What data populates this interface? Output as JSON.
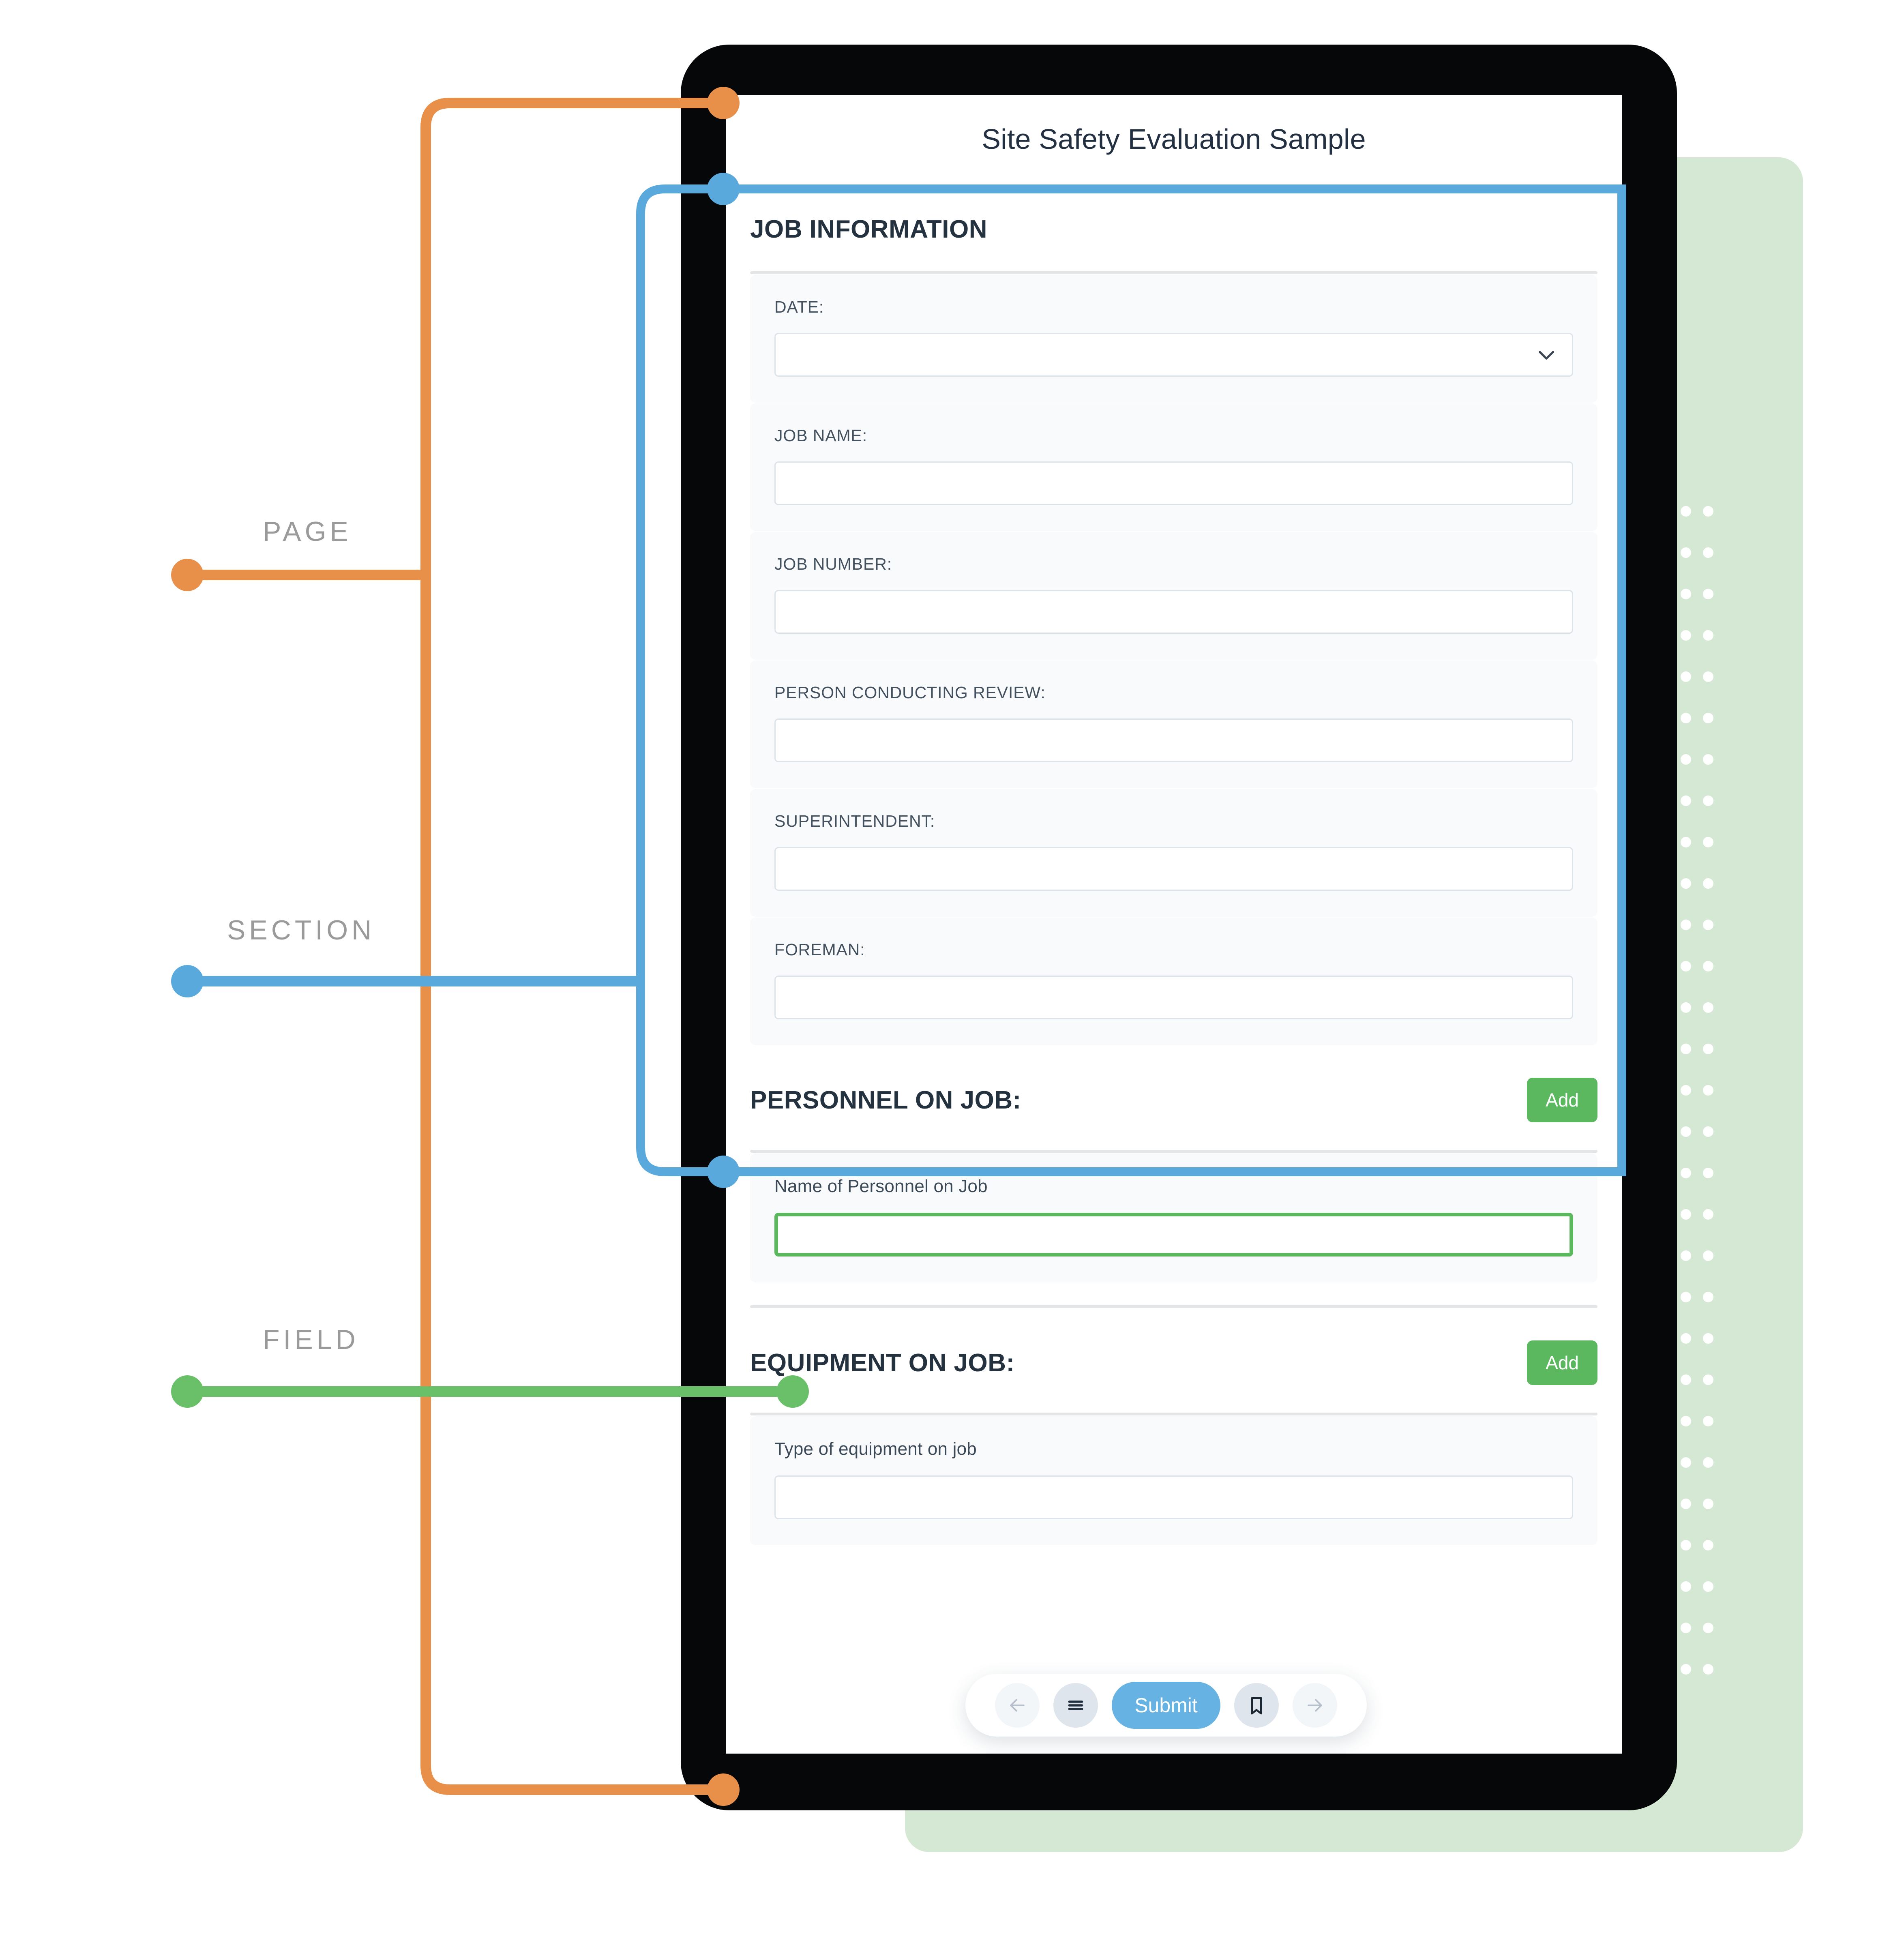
{
  "annotations": {
    "page_label": "PAGE",
    "section_label": "SECTION",
    "field_label": "FIELD",
    "colors": {
      "page": "#e8904a",
      "section": "#5aa9dd",
      "field": "#6abf69"
    }
  },
  "app": {
    "title": "Site Safety Evaluation Sample",
    "sections": [
      {
        "id": "job-information",
        "heading": "JOB INFORMATION",
        "fields": [
          {
            "label": "DATE:",
            "type": "select",
            "value": "",
            "icon": "chevron-down-icon"
          },
          {
            "label": "JOB NAME:",
            "type": "text",
            "value": ""
          },
          {
            "label": "JOB NUMBER:",
            "type": "text",
            "value": ""
          },
          {
            "label": "PERSON CONDUCTING REVIEW:",
            "type": "text",
            "value": ""
          },
          {
            "label": "SUPERINTENDENT:",
            "type": "text",
            "value": ""
          },
          {
            "label": "FOREMAN:",
            "type": "text",
            "value": ""
          }
        ]
      },
      {
        "id": "personnel-on-job",
        "heading": "PERSONNEL ON JOB:",
        "add_label": "Add",
        "fields": [
          {
            "label": "Name of Personnel on Job",
            "type": "text",
            "value": "",
            "highlighted": true
          }
        ]
      },
      {
        "id": "equipment-on-job",
        "heading": "EQUIPMENT ON JOB:",
        "add_label": "Add",
        "fields": [
          {
            "label": "Type of equipment on job",
            "type": "text",
            "value": ""
          }
        ]
      }
    ]
  },
  "toolbar": {
    "back_icon": "arrow-left-icon",
    "menu_icon": "hamburger-menu-icon",
    "submit_label": "Submit",
    "bookmark_icon": "bookmark-icon",
    "forward_icon": "arrow-right-icon"
  }
}
